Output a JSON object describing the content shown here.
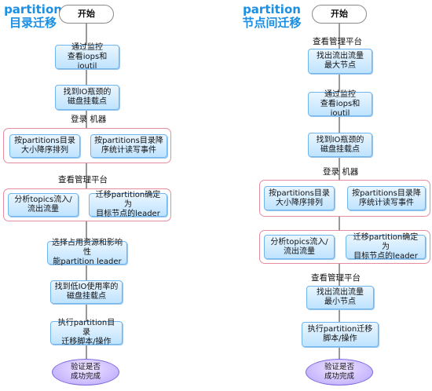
{
  "left": {
    "title_line1": "partition",
    "title_line2": "目录迁移",
    "start": "开始",
    "step_monitor": "通过监控\n查看iops和ioutil",
    "step_find_bottleneck": "找到IO瓶颈的\n磁盘挂载点",
    "label_login": "登录  机器",
    "step_sort_size": "按partitions目录\n大小降序排列",
    "step_stat_rw": "按partitions目录降\n序统计读写事件",
    "label_platform": "查看管理平台",
    "step_analyze": "分析topics流入/\n流出流量",
    "step_migrate_target": "迁移partition确定为\n目标节点的leader",
    "step_select_leader": "选择占用资源和影响性\n能partition leader",
    "step_find_low_io": "找到低IO使用率的\n磁盘挂载点",
    "step_execute": "执行partition目录\n迁移脚本/操作",
    "end": "验证是否\n成功完成"
  },
  "right": {
    "title_line1": "partition",
    "title_line2": "节点间迁移",
    "start": "开始",
    "label_platform_top": "查看管理平台",
    "step_find_max": "找出流出流量\n最大节点",
    "step_monitor": "通过监控\n查看iops和ioutil",
    "step_find_bottleneck": "找到IO瓶颈的\n磁盘挂载点",
    "label_login": "登录  机器",
    "step_sort_size": "按partitions目录\n大小降序排列",
    "step_stat_rw": "按partitions目录降\n序统计读写事件",
    "step_analyze": "分析topics流入/\n流出流量",
    "step_migrate_target": "迁移partition确定为\n目标节点的leader",
    "label_platform_bottom": "查看管理平台",
    "step_find_min": "找出流出流量\n最小节点",
    "step_execute": "执行partition迁移\n脚本/操作",
    "end": "验证是否\n成功完成"
  }
}
